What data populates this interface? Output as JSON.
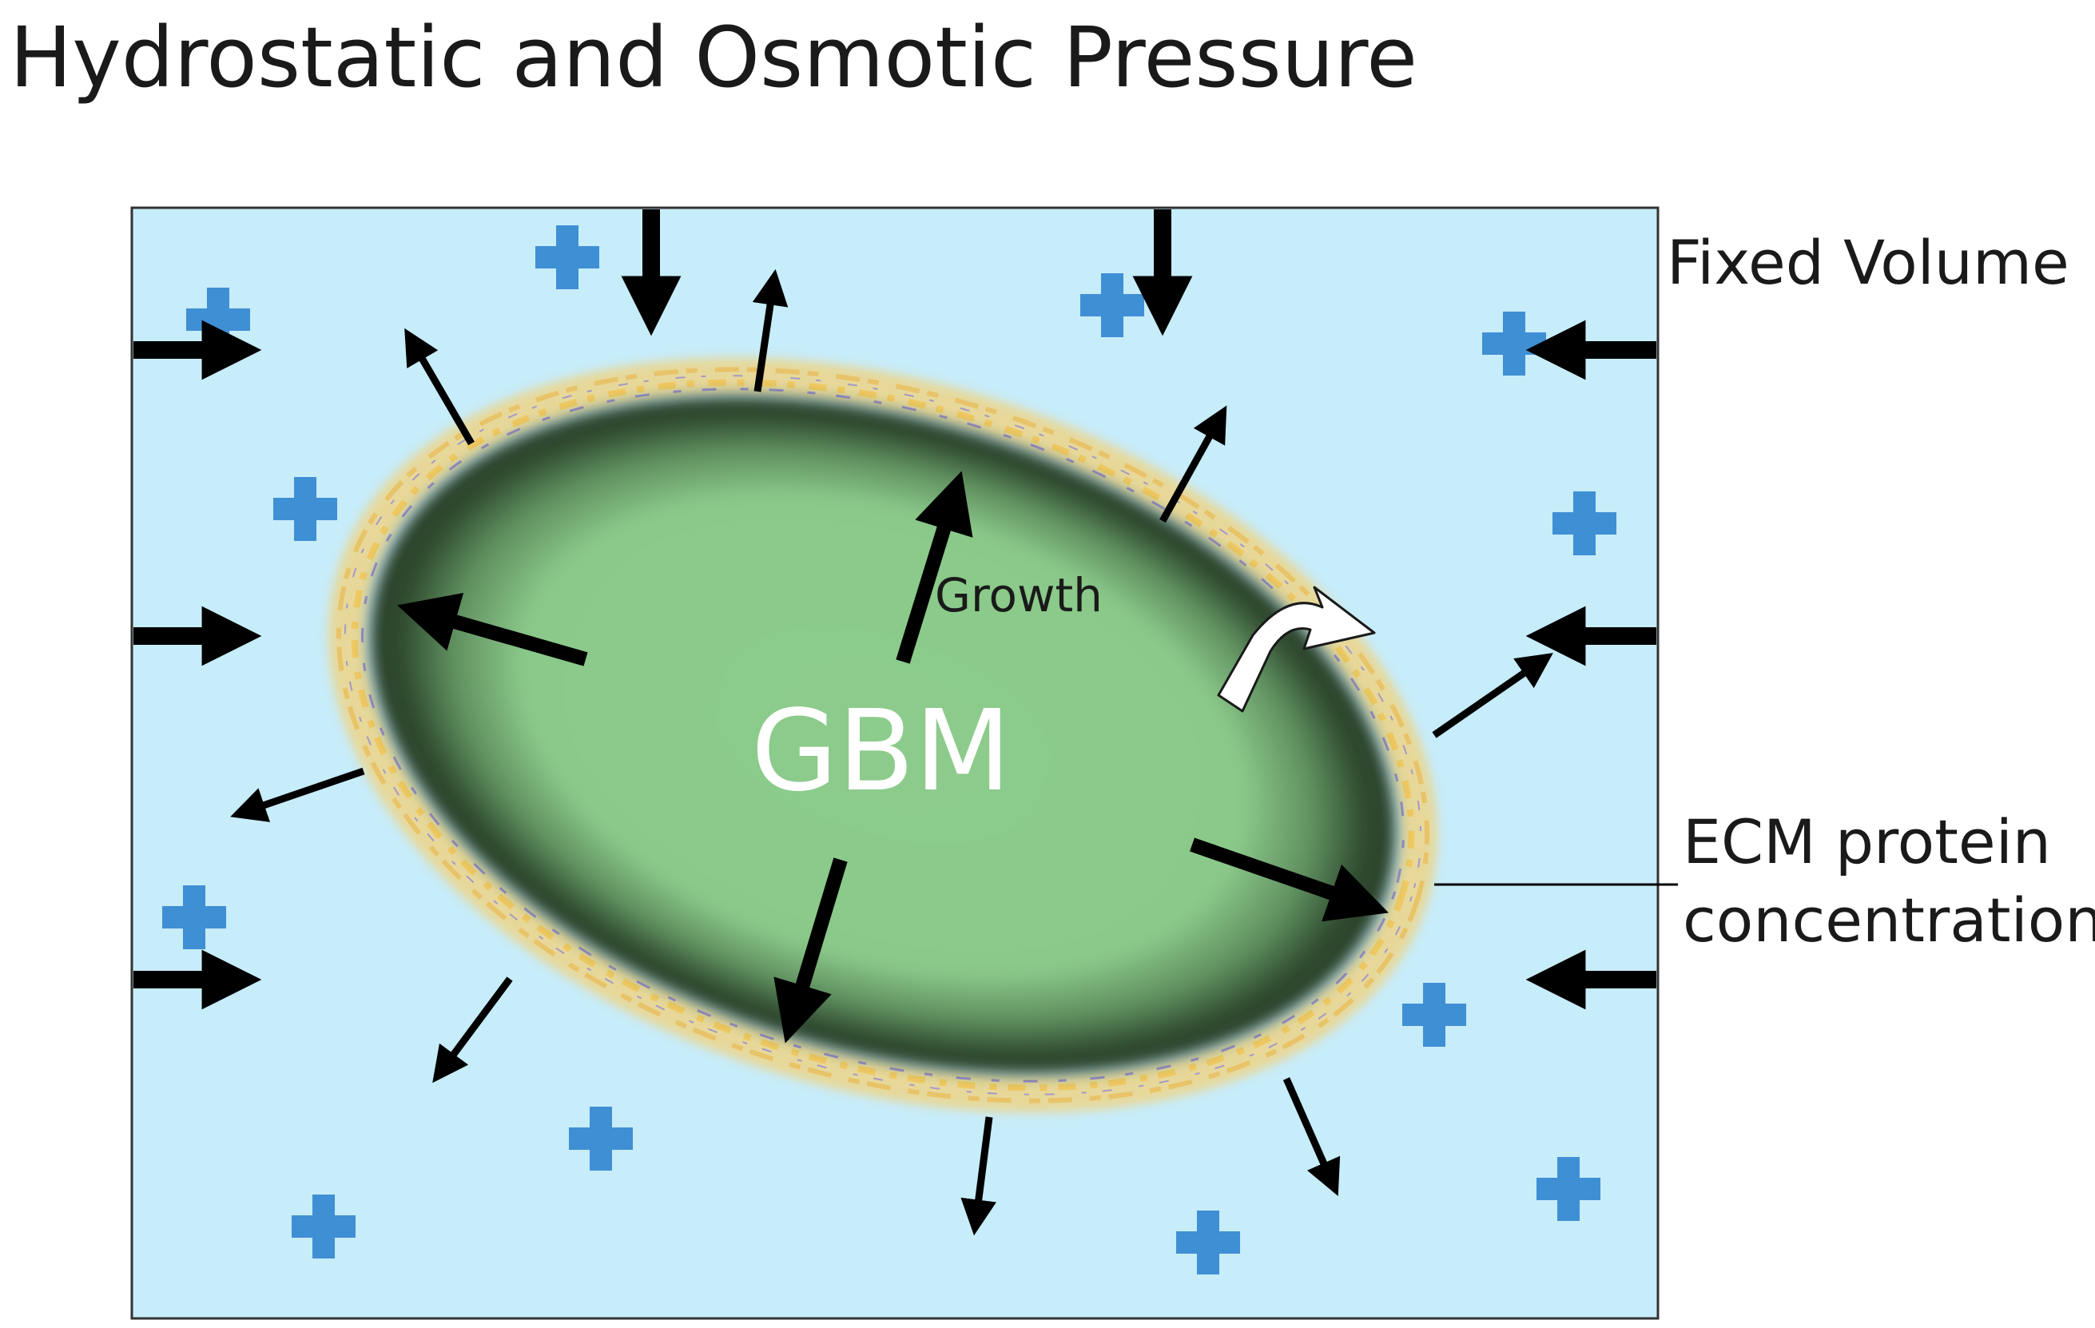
{
  "title": "Hydrostatic and Osmotic Pressure",
  "labels": {
    "fixed_volume": "Fixed Volume",
    "ecm_line1": "ECM protein",
    "ecm_line2": "concentration",
    "growth": "Growth",
    "tumor": "GBM"
  },
  "icons": {
    "ion": "plus-icon"
  },
  "colors": {
    "fluid": "#c7ecfa",
    "tumor_core": "#8ccc8c",
    "tumor_edge": "#2f4a2f",
    "ecm_fibers": "#f2d27a",
    "ecm_fibers_secondary": "#8a7fd6",
    "ions": "#3f8fd4",
    "arrows": "#000000",
    "invasion_arrow": "#ffffff"
  }
}
